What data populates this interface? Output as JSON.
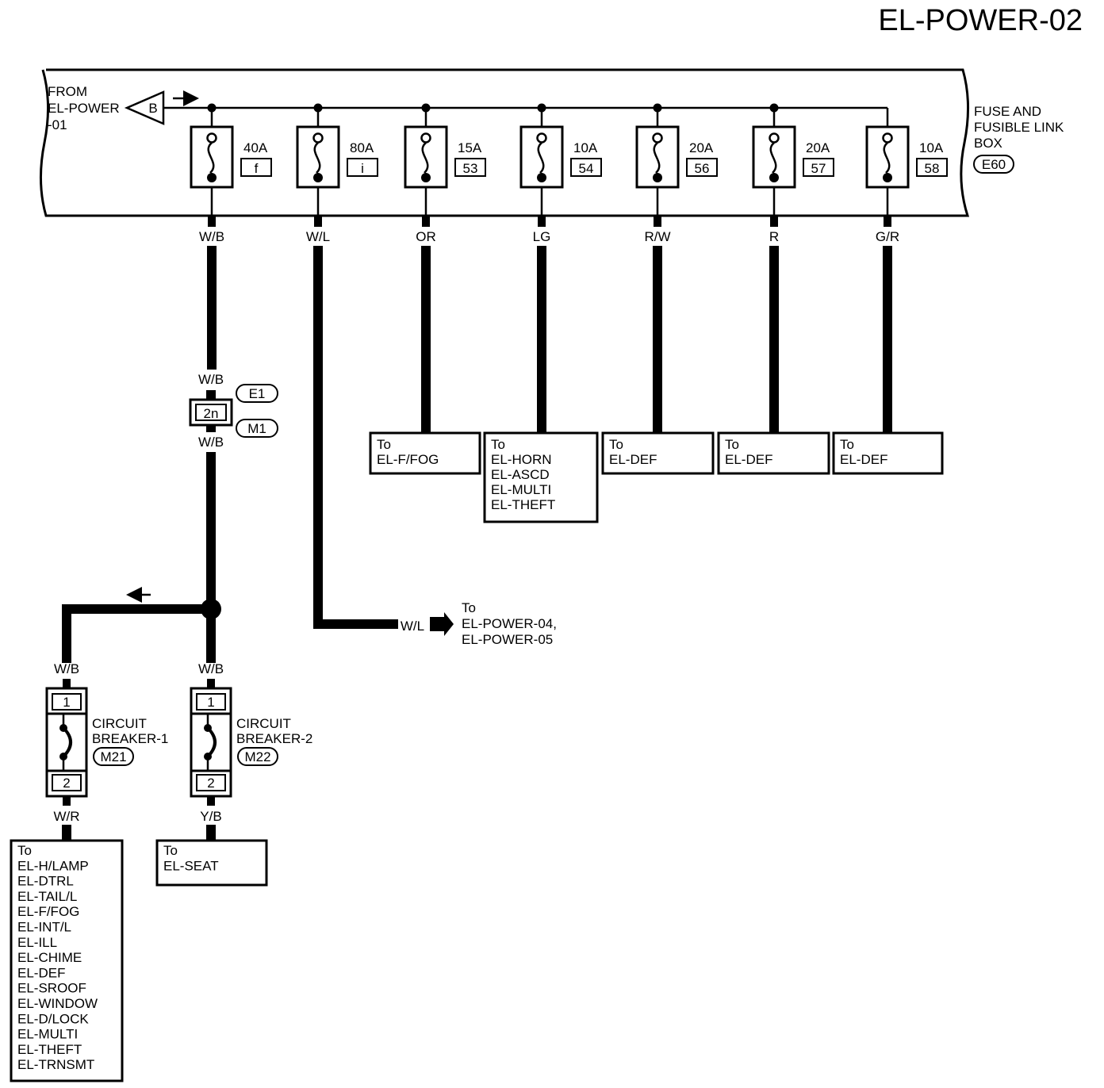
{
  "page_title": "EL-POWER-02",
  "from_label": [
    "FROM",
    "EL-POWER",
    "-01"
  ],
  "from_connector": "B",
  "fuse_box": {
    "label": [
      "FUSE AND",
      "FUSIBLE LINK",
      "BOX"
    ],
    "connector": "E60"
  },
  "fuses": [
    {
      "rating": "40A",
      "id": "f",
      "wire": "W/B"
    },
    {
      "rating": "80A",
      "id": "i",
      "wire": "W/L"
    },
    {
      "rating": "15A",
      "id": "53",
      "wire": "OR"
    },
    {
      "rating": "10A",
      "id": "54",
      "wire": "LG"
    },
    {
      "rating": "20A",
      "id": "56",
      "wire": "R/W"
    },
    {
      "rating": "20A",
      "id": "57",
      "wire": "R"
    },
    {
      "rating": "10A",
      "id": "58",
      "wire": "G/R"
    }
  ],
  "destinations": [
    [
      "To",
      "EL-F/FOG"
    ],
    [
      "To",
      "EL-HORN",
      "EL-ASCD",
      "EL-MULTI",
      "EL-THEFT"
    ],
    [
      "To",
      "EL-DEF"
    ],
    [
      "To",
      "EL-DEF"
    ],
    [
      "To",
      "EL-DEF"
    ]
  ],
  "joint_connector": {
    "pin": "2n",
    "connector_top": "E1",
    "connector_bottom": "M1",
    "wire_top": "W/B",
    "wire_bottom": "W/B"
  },
  "wl_output": {
    "wire": "W/L",
    "lines": [
      "To",
      "EL-POWER-04,",
      "EL-POWER-05"
    ]
  },
  "breakers": [
    {
      "name": [
        "CIRCUIT",
        "BREAKER-1"
      ],
      "connector": "M21",
      "pin_top": "1",
      "pin_bottom": "2",
      "wire_in": "W/B",
      "wire_out": "W/R",
      "destinations": [
        "To",
        "EL-H/LAMP",
        "EL-DTRL",
        "EL-TAIL/L",
        "EL-F/FOG",
        "EL-INT/L",
        "EL-ILL",
        "EL-CHIME",
        "EL-DEF",
        "EL-SROOF",
        "EL-WINDOW",
        "EL-D/LOCK",
        "EL-MULTI",
        "EL-THEFT",
        "EL-TRNSMT"
      ]
    },
    {
      "name": [
        "CIRCUIT",
        "BREAKER-2"
      ],
      "connector": "M22",
      "pin_top": "1",
      "pin_bottom": "2",
      "wire_in": "W/B",
      "wire_out": "Y/B",
      "destinations": [
        "To",
        "EL-SEAT"
      ]
    }
  ]
}
